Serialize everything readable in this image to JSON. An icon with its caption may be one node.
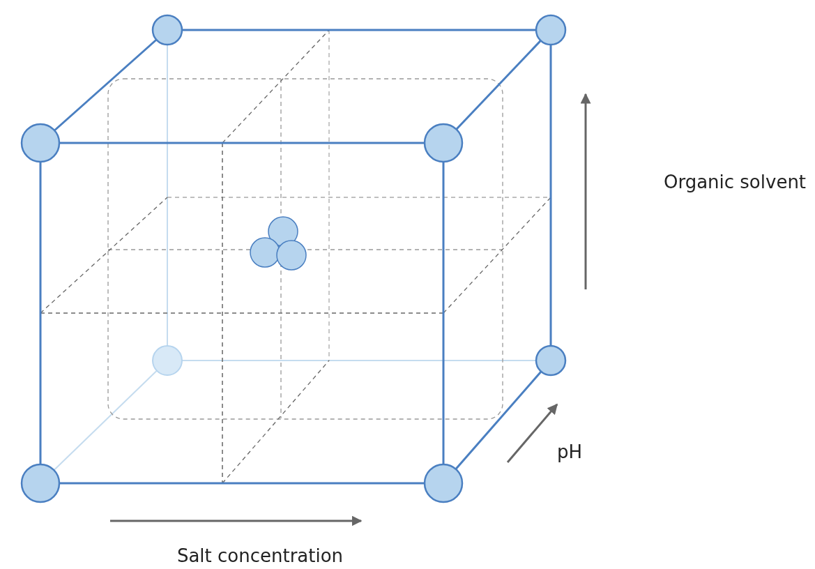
{
  "diagram": {
    "labels": [
      "Organic solvent",
      "pH",
      "Salt concentration"
    ]
  }
}
